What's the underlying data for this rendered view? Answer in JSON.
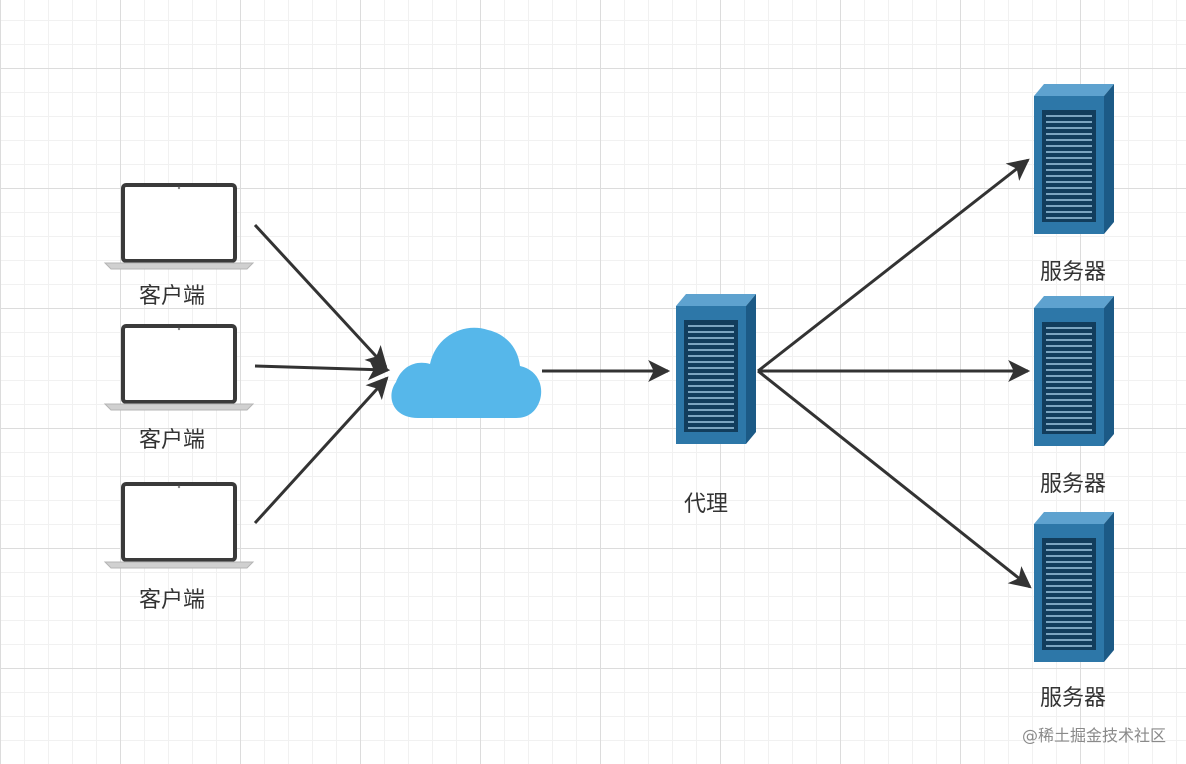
{
  "clients": [
    {
      "label": "客户端",
      "icon": "laptop-icon"
    },
    {
      "label": "客户端",
      "icon": "laptop-icon"
    },
    {
      "label": "客户端",
      "icon": "laptop-icon"
    }
  ],
  "network": {
    "icon": "cloud-icon",
    "color": "#56b7ea"
  },
  "proxy": {
    "label": "代理",
    "icon": "server-icon"
  },
  "servers": [
    {
      "label": "服务器",
      "icon": "server-icon"
    },
    {
      "label": "服务器",
      "icon": "server-icon"
    },
    {
      "label": "服务器",
      "icon": "server-icon"
    }
  ],
  "colors": {
    "server_front": "#2d77a8",
    "server_side": "#1c5a86",
    "server_top": "#5ea2cf",
    "arrow": "#333333",
    "laptop": "#3a3a3a"
  },
  "watermark": "@稀土掘金技术社区"
}
